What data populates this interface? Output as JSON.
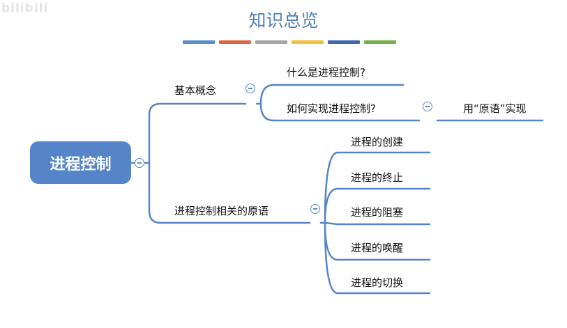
{
  "watermark": "bilibili",
  "title": "知识总览",
  "stripe_colors": [
    "#5b8dc9",
    "#d9683f",
    "#a6a6a6",
    "#f0c040",
    "#3d68b1",
    "#72b04a"
  ],
  "line_color": "#5585c8",
  "mindmap": {
    "root": "进程控制",
    "basic_concepts": {
      "label": "基本概念",
      "children": [
        "什么是进程控制?",
        "如何实现进程控制?"
      ],
      "implementation": "用“原语”实现"
    },
    "primitives": {
      "label": "进程控制相关的原语",
      "children": [
        "进程的创建",
        "进程的终止",
        "进程的阻塞",
        "进程的唤醒",
        "进程的切换"
      ]
    }
  }
}
